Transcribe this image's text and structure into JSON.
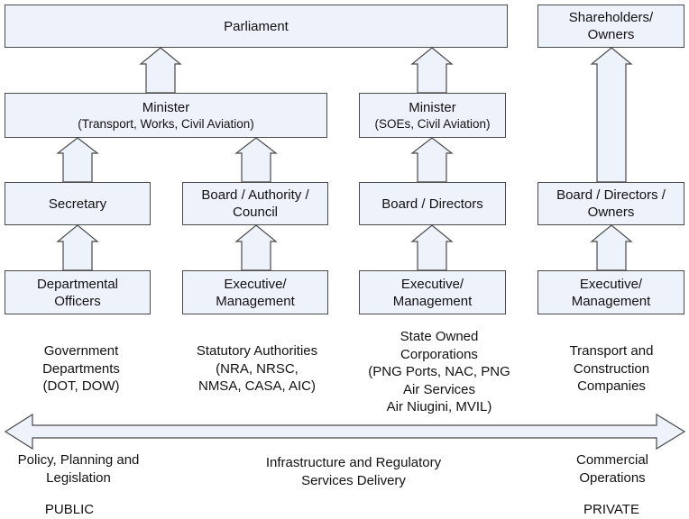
{
  "boxes": {
    "parliament": "Parliament",
    "shareholders": [
      "Shareholders/",
      "Owners"
    ],
    "minister_a": {
      "title": "Minister",
      "sub": "(Transport, Works, Civil Aviation)"
    },
    "minister_b": {
      "title": "Minister",
      "sub": "(SOEs, Civil Aviation)"
    },
    "secretary": "Secretary",
    "board_authority": [
      "Board / Authority /",
      "Council"
    ],
    "board_directors": "Board / Directors",
    "board_owners": [
      "Board / Directors /",
      "Owners"
    ],
    "departmental": [
      "Departmental",
      "Officers"
    ],
    "exec_a": [
      "Executive/",
      "Management"
    ],
    "exec_b": [
      "Executive/",
      "Management"
    ],
    "exec_c": [
      "Executive/",
      "Management"
    ]
  },
  "captions": {
    "gov": [
      "Government",
      "Departments",
      "(DOT, DOW)"
    ],
    "statutory": [
      "Statutory Authorities",
      "(NRA, NRSC,",
      "NMSA, CASA, AIC)"
    ],
    "soc": [
      "State Owned",
      "Corporations",
      "(PNG Ports, NAC, PNG",
      "Air Services",
      "Air Niugini, MVIL)"
    ],
    "transport": [
      "Transport and",
      "Construction",
      "Companies"
    ]
  },
  "spectrum": {
    "left": [
      "Policy, Planning and",
      "Legislation"
    ],
    "middle": [
      "Infrastructure and Regulatory",
      "Services Delivery"
    ],
    "right": [
      "Commercial",
      "Operations"
    ],
    "public": "PUBLIC",
    "private": "PRIVATE"
  }
}
